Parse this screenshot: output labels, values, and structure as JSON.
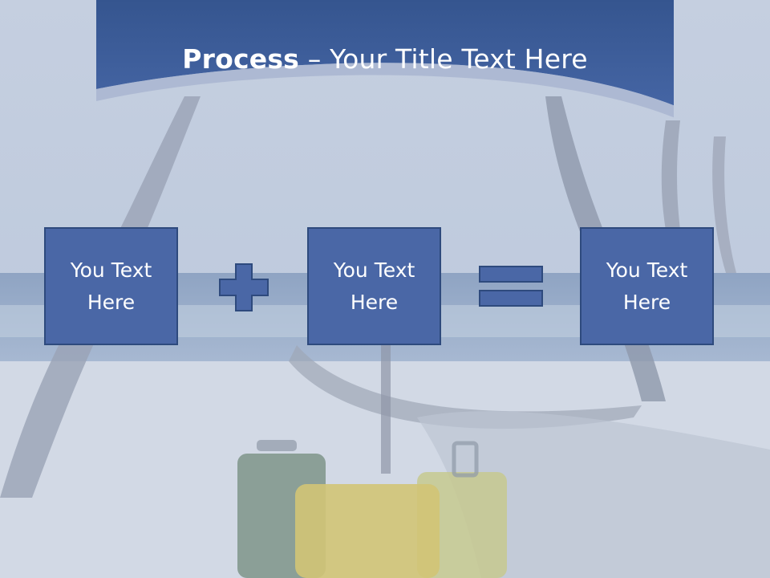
{
  "slide": {
    "title_bold": "Process",
    "title_rest": " – Your Title Text Here",
    "boxes": [
      {
        "text": "You Text Here"
      },
      {
        "text": "You Text Here"
      },
      {
        "text": "You Text Here"
      }
    ],
    "operators": [
      "plus-icon",
      "equals-icon"
    ],
    "colors": {
      "header_blue": "#3f5e9c",
      "box_fill": "#4a67a6",
      "box_border": "#2e4a7d",
      "title_text": "#ffffff"
    }
  }
}
